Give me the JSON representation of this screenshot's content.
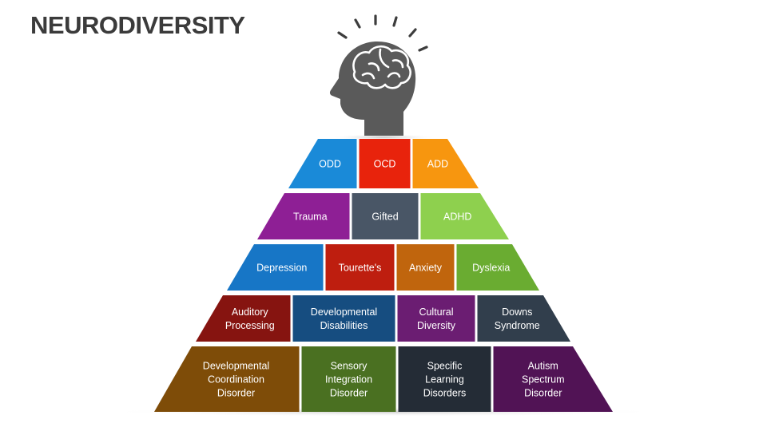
{
  "title": "NEURODIVERSITY",
  "icon": "head-brain-icon",
  "tiers": [
    {
      "cells": [
        {
          "label": [
            "ODD"
          ],
          "color": "#1a8ad8"
        },
        {
          "label": [
            "OCD"
          ],
          "color": "#e8230c"
        },
        {
          "label": [
            "ADD"
          ],
          "color": "#f7960f"
        }
      ]
    },
    {
      "cells": [
        {
          "label": [
            "Trauma"
          ],
          "color": "#8e1f95"
        },
        {
          "label": [
            "Gifted"
          ],
          "color": "#495666"
        },
        {
          "label": [
            "ADHD"
          ],
          "color": "#8ed04e"
        }
      ]
    },
    {
      "cells": [
        {
          "label": [
            "Depression"
          ],
          "color": "#1776c6"
        },
        {
          "label": [
            "Tourette's"
          ],
          "color": "#be1e0f"
        },
        {
          "label": [
            "Anxiety"
          ],
          "color": "#c0650d"
        },
        {
          "label": [
            "Dyslexia"
          ],
          "color": "#6aac31"
        }
      ]
    },
    {
      "cells": [
        {
          "label": [
            "Auditory",
            "Processing"
          ],
          "color": "#861410"
        },
        {
          "label": [
            "Developmental",
            "Disabilities"
          ],
          "color": "#164d80"
        },
        {
          "label": [
            "Cultural",
            "Diversity"
          ],
          "color": "#6b1d72"
        },
        {
          "label": [
            "Downs",
            "Syndrome"
          ],
          "color": "#313e4c"
        }
      ]
    },
    {
      "cells": [
        {
          "label": [
            "Developmental",
            "Coordination",
            "Disorder"
          ],
          "color": "#7e4c08"
        },
        {
          "label": [
            "Sensory",
            "Integration",
            "Disorder"
          ],
          "color": "#4a7021"
        },
        {
          "label": [
            "Specific",
            "Learning",
            "Disorders"
          ],
          "color": "#242c36"
        },
        {
          "label": [
            "Autism",
            "Spectrum",
            "Disorder"
          ],
          "color": "#511355"
        }
      ]
    }
  ]
}
